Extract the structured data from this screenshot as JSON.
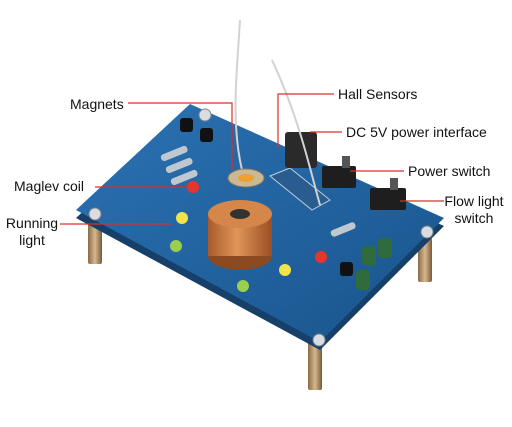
{
  "labels": {
    "magnets": "Magnets",
    "maglev_coil": "Maglev coil",
    "running_light_l1": "Running",
    "running_light_l2": "light",
    "hall_sensors": "Hall Sensors",
    "dc_power": "DC 5V power interface",
    "power_switch": "Power switch",
    "flow_switch_l1": "Flow light",
    "flow_switch_l2": "switch"
  },
  "colors": {
    "board": "#1f5f9a",
    "board_edge": "#163f6a",
    "leader_line": "#d9302a",
    "copper": "#c8773f",
    "text": "#111111"
  }
}
